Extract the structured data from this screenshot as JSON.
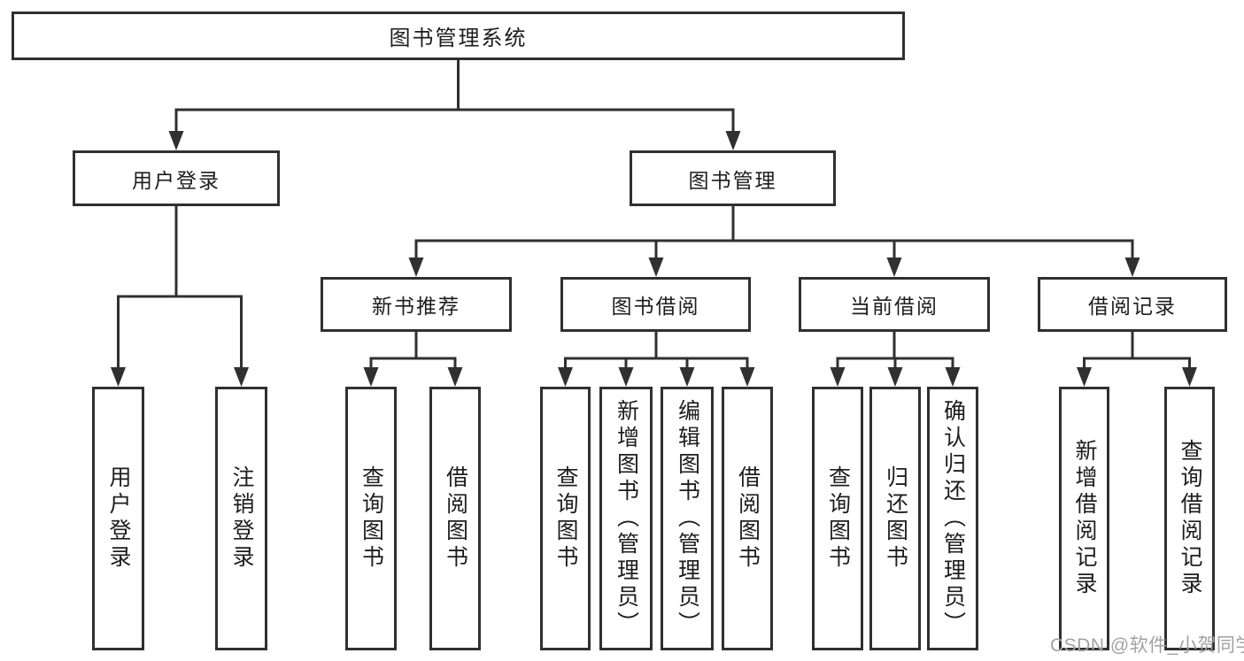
{
  "diagram": {
    "title": "图书管理系统",
    "root": {
      "label": "图书管理系统"
    },
    "level2": [
      {
        "label": "用户登录"
      },
      {
        "label": "图书管理"
      }
    ],
    "level3": [
      {
        "label": "新书推荐"
      },
      {
        "label": "图书借阅"
      },
      {
        "label": "当前借阅"
      },
      {
        "label": "借阅记录"
      }
    ],
    "leaves": {
      "user_login": [
        {
          "label": "用户登录"
        },
        {
          "label": "注销登录"
        }
      ],
      "new_book": [
        {
          "label": "查询图书"
        },
        {
          "label": "借阅图书"
        }
      ],
      "book_borrow": [
        {
          "label": "查询图书"
        },
        {
          "label": "新增图书（管理员）"
        },
        {
          "label": "编辑图书（管理员）"
        },
        {
          "label": "借阅图书"
        }
      ],
      "current_borrow": [
        {
          "label": "查询图书"
        },
        {
          "label": "归还图书"
        },
        {
          "label": "确认归还（管理员）"
        }
      ],
      "borrow_records": [
        {
          "label": "新增借阅记录"
        },
        {
          "label": "查询借阅记录"
        }
      ]
    }
  },
  "watermark": {
    "text": "CSDN @软件_小贺同学"
  },
  "colors": {
    "line": "#303030",
    "box_border": "#303030",
    "text": "#1d1d1d",
    "watermark": "#a2a2a2",
    "background": "#ffffff"
  }
}
